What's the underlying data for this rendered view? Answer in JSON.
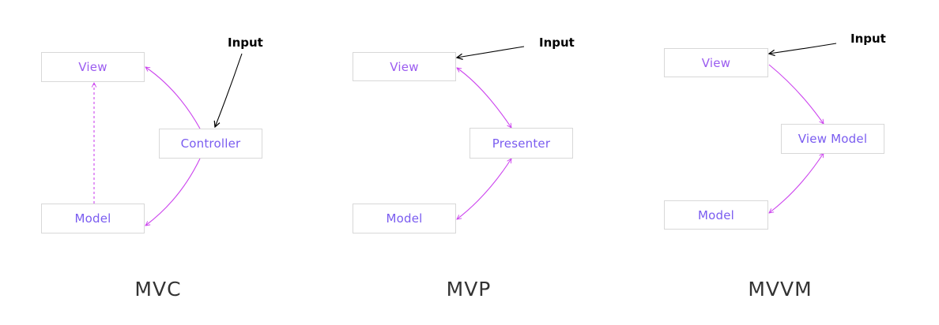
{
  "colors": {
    "arrow": "#cc44ee",
    "input_arrow": "#000000",
    "view_text": "#9b5cf0",
    "model_text": "#7a5cf0",
    "middle_text": "#7a5cf0",
    "box_border": "#d8d8d8"
  },
  "mvc": {
    "view": "View",
    "controller": "Controller",
    "model": "Model",
    "input": "Input",
    "caption": "MVC"
  },
  "mvp": {
    "view": "View",
    "presenter": "Presenter",
    "model": "Model",
    "input": "Input",
    "caption": "MVP"
  },
  "mvvm": {
    "view": "View",
    "view_model": "View Model",
    "model": "Model",
    "input": "Input",
    "caption": "MVVM"
  }
}
